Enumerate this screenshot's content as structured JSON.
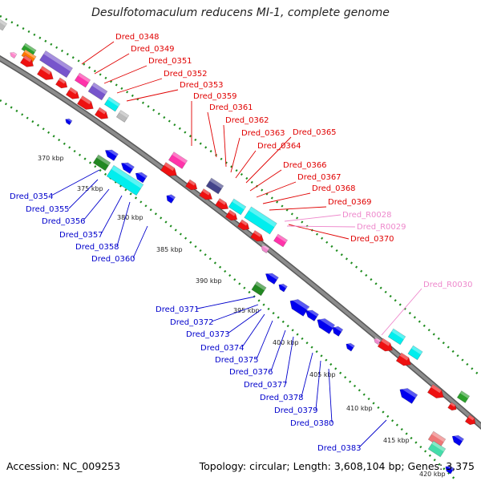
{
  "title": "Desulfotomaculum reducens MI-1, complete genome",
  "accession": "Accession: NC_009253",
  "topology": "Topology: circular; Length: 3,608,104 bp; Genes: 3,375",
  "colors": {
    "backbone": "#8c8c8c",
    "dotted_track": "#1e8c1e",
    "forward_label": "#e00000",
    "reverse_label": "#0000cc",
    "rna_label": "#ee88cc"
  },
  "kbp_ticks": [
    "370 kbp",
    "375 kbp",
    "380 kbp",
    "385 kbp",
    "390 kbp",
    "395 kbp",
    "400 kbp",
    "405 kbp",
    "410 kbp",
    "415 kbp",
    "420 kbp"
  ],
  "forward_genes": [
    "Dred_0348",
    "Dred_0349",
    "Dred_0351",
    "Dred_0352",
    "Dred_0353",
    "Dred_0359",
    "Dred_0361",
    "Dred_0362",
    "Dred_0363",
    "Dred_0364",
    "Dred_0365",
    "Dred_0366",
    "Dred_0367",
    "Dred_0368",
    "Dred_0369",
    "Dred_0370"
  ],
  "rna_genes": [
    "Dred_R0028",
    "Dred_R0029",
    "Dred_R0030"
  ],
  "reverse_genes": [
    "Dred_0354",
    "Dred_0355",
    "Dred_0356",
    "Dred_0357",
    "Dred_0358",
    "Dred_0360",
    "Dred_0371",
    "Dred_0372",
    "Dred_0373",
    "Dred_0374",
    "Dred_0375",
    "Dred_0376",
    "Dred_0377",
    "Dred_0378",
    "Dred_0379",
    "Dred_0380",
    "Dred_0383"
  ]
}
